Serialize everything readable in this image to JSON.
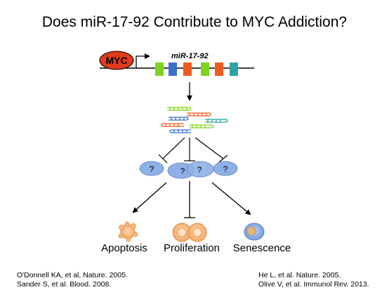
{
  "title": "Does miR-17-92 Contribute to MYC Addiction?",
  "gene": {
    "driver_label": "MYC",
    "cluster_label": "miR-17-92",
    "driver_color": "#e03a1a",
    "exon_colors": [
      "#7ed321",
      "#3a6fc9",
      "#f05a1e",
      "#7ed321",
      "#f05a1e",
      "#2aa3a0"
    ]
  },
  "targets": {
    "unknown_label": "?"
  },
  "outcomes": [
    "Apoptosis",
    "Proliferation",
    "Senescence"
  ],
  "references": {
    "left": [
      "O'Donnell KA, et al, Nature. 2005.",
      "Sander S, et al. Blood. 2008."
    ],
    "right": [
      "He L, et al. Nature. 2005.",
      "Olive V, et al. Immunol Rev. 2013."
    ]
  }
}
